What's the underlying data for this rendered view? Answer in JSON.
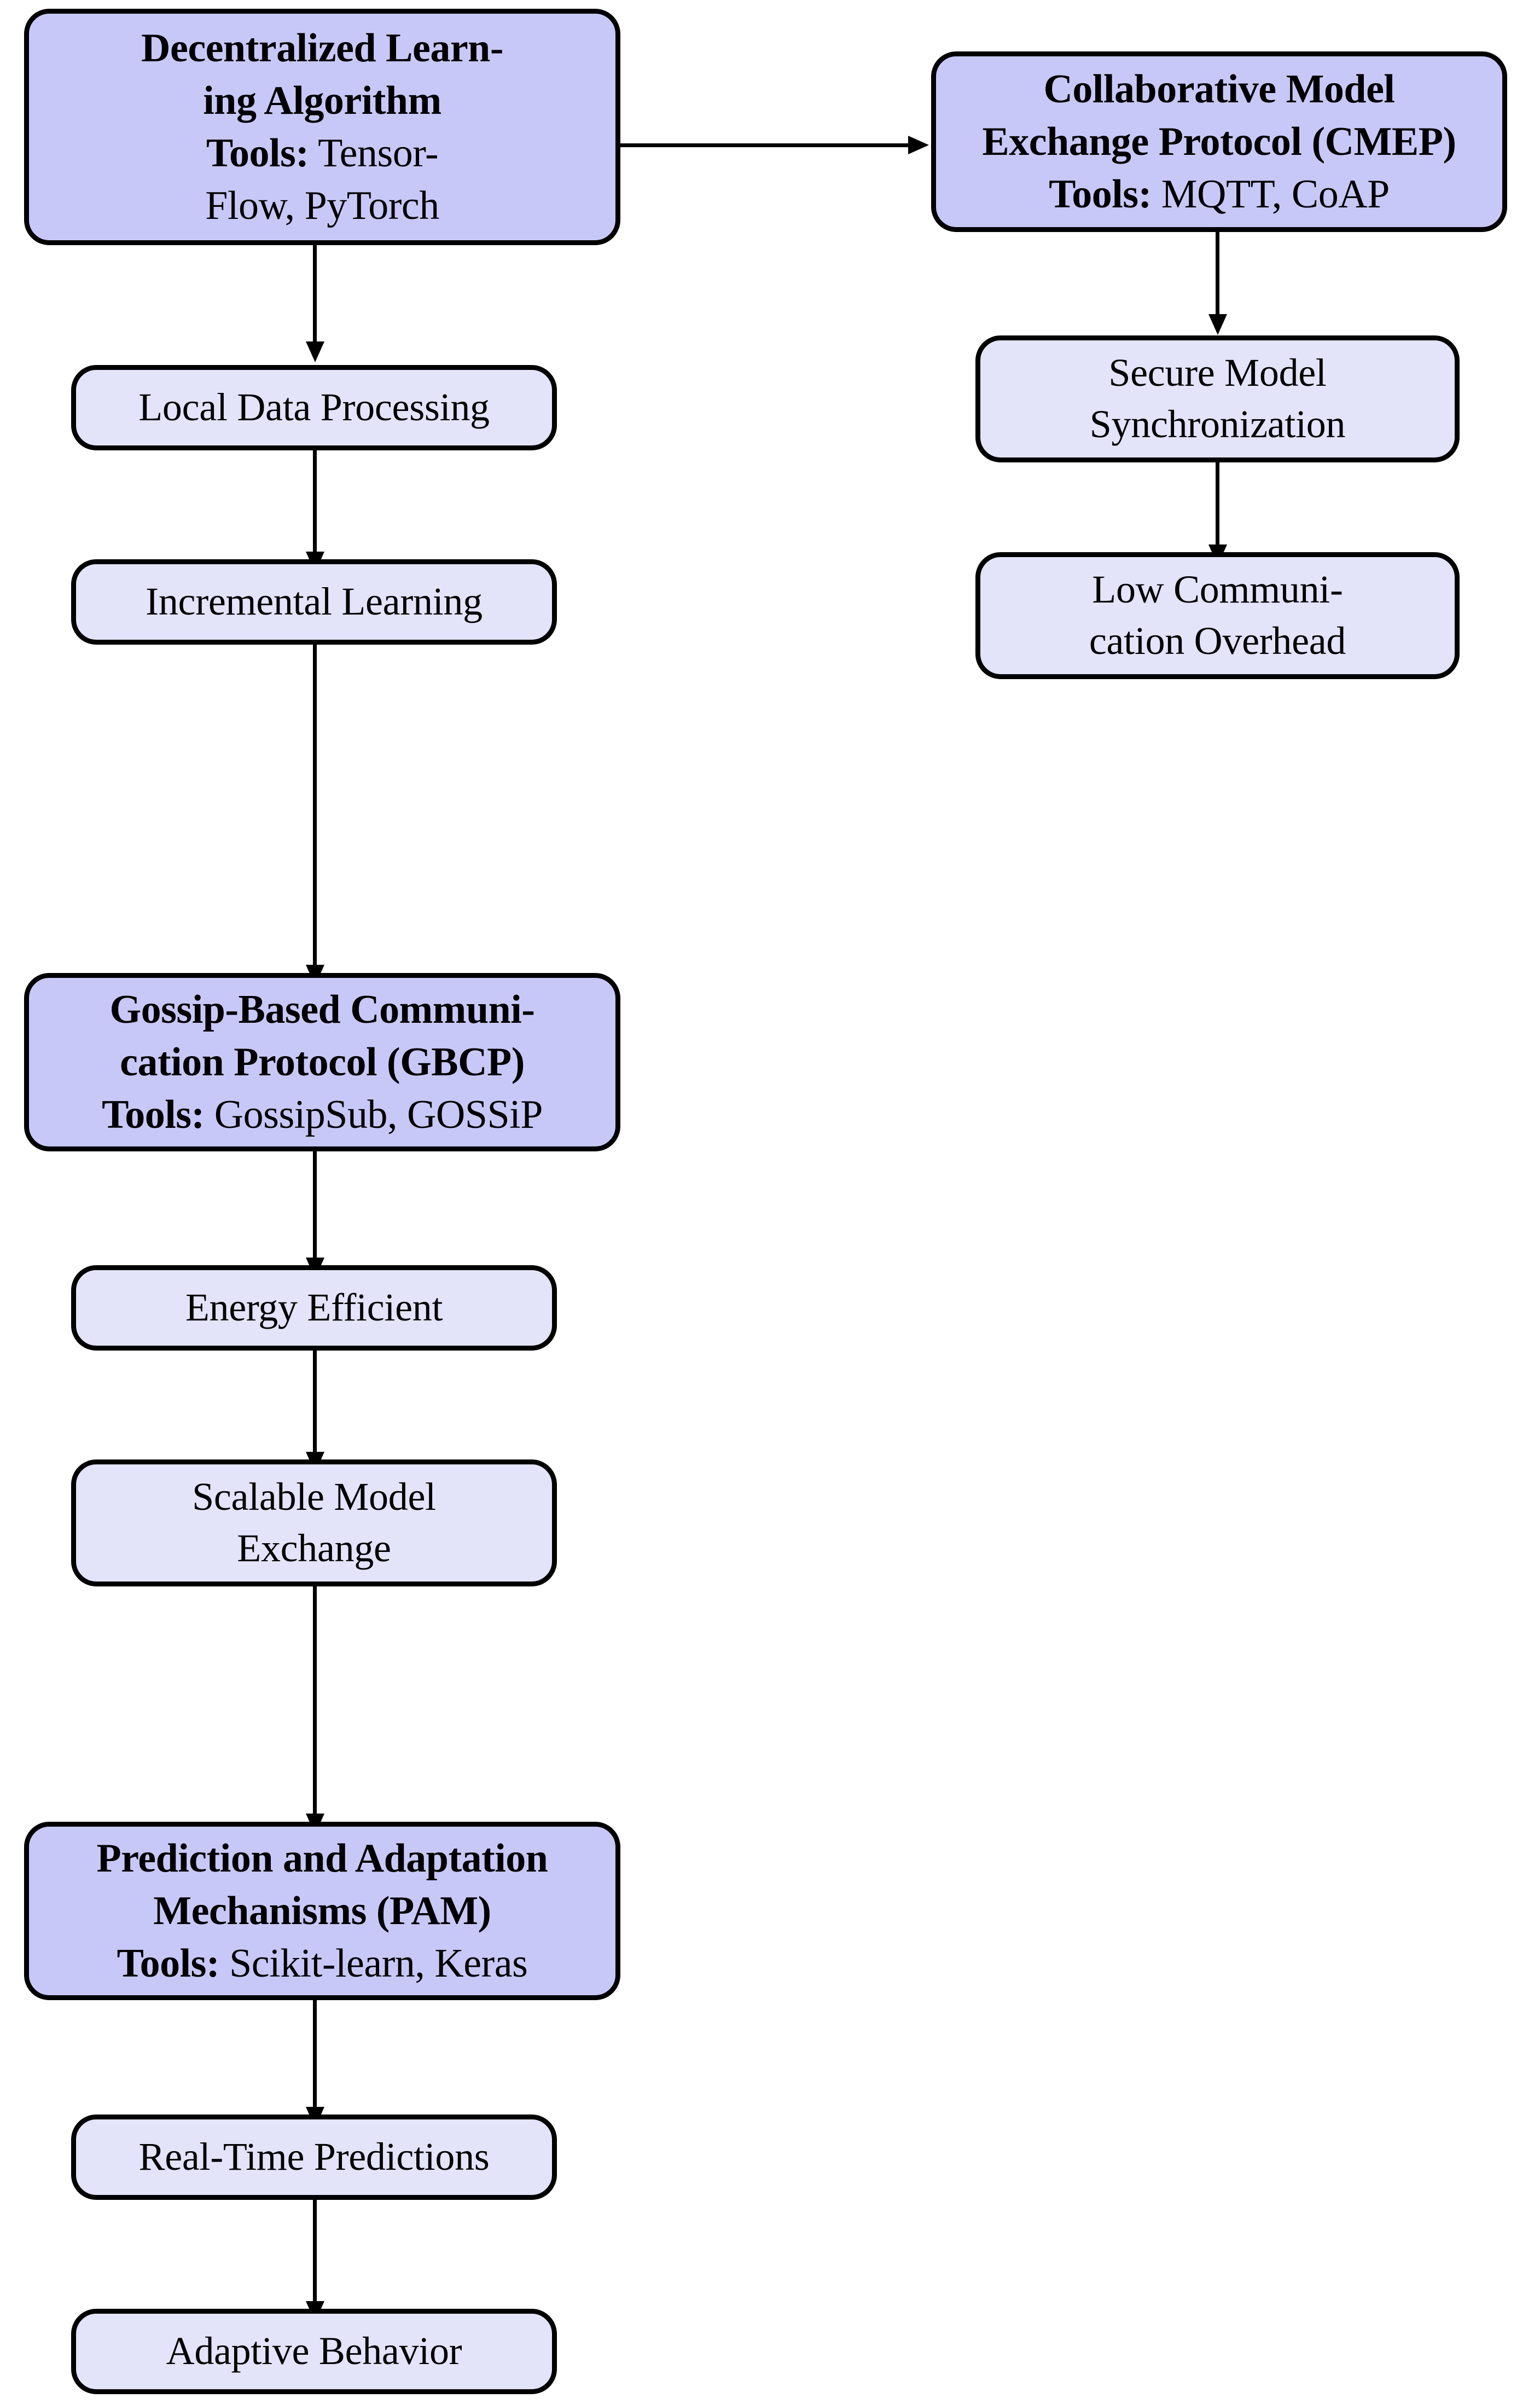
{
  "diagram": {
    "type": "flowchart",
    "background": "#ffffff",
    "colors": {
      "primary_node_fill": "#c8c8f8",
      "secondary_node_fill": "#e3e3fa",
      "node_border": "#000000",
      "edge": "#000000",
      "text": "#000000"
    },
    "nodes": [
      {
        "id": "dla",
        "kind": "primary",
        "title": "Decentralized Learn-\ning Algorithm",
        "tools_label": "Tools:",
        "tools_value": " Tensor-\nFlow, PyTorch"
      },
      {
        "id": "local-data-processing",
        "kind": "secondary",
        "label": "Local Data Processing"
      },
      {
        "id": "incremental-learning",
        "kind": "secondary",
        "label": "Incremental Learning"
      },
      {
        "id": "cmep",
        "kind": "primary",
        "title": "Collaborative Model\nExchange Protocol (CMEP)",
        "tools_label": "Tools:",
        "tools_value": " MQTT, CoAP"
      },
      {
        "id": "secure-model-synchronization",
        "kind": "secondary",
        "label": "Secure Model\nSynchronization"
      },
      {
        "id": "low-communication-overhead",
        "kind": "secondary",
        "label": "Low Communi-\ncation Overhead"
      },
      {
        "id": "gbcp",
        "kind": "primary",
        "title": "Gossip-Based Communi-\ncation Protocol (GBCP)",
        "tools_label": "Tools:",
        "tools_value": " GossipSub, GOSSiP"
      },
      {
        "id": "energy-efficient",
        "kind": "secondary",
        "label": "Energy Efficient"
      },
      {
        "id": "scalable-model-exchange",
        "kind": "secondary",
        "label": "Scalable Model\nExchange"
      },
      {
        "id": "pam",
        "kind": "primary",
        "title": "Prediction and Adaptation\nMechanisms (PAM)",
        "tools_label": "Tools:",
        "tools_value": " Scikit-learn, Keras"
      },
      {
        "id": "real-time-predictions",
        "kind": "secondary",
        "label": "Real-Time Predictions"
      },
      {
        "id": "adaptive-behavior",
        "kind": "secondary",
        "label": "Adaptive Behavior"
      }
    ],
    "edges": [
      {
        "from": "dla",
        "to": "cmep",
        "direction": "right"
      },
      {
        "from": "dla",
        "to": "local-data-processing",
        "direction": "down"
      },
      {
        "from": "local-data-processing",
        "to": "incremental-learning",
        "direction": "down"
      },
      {
        "from": "incremental-learning",
        "to": "gbcp",
        "direction": "down"
      },
      {
        "from": "cmep",
        "to": "secure-model-synchronization",
        "direction": "down"
      },
      {
        "from": "secure-model-synchronization",
        "to": "low-communication-overhead",
        "direction": "down"
      },
      {
        "from": "gbcp",
        "to": "energy-efficient",
        "direction": "down"
      },
      {
        "from": "energy-efficient",
        "to": "scalable-model-exchange",
        "direction": "down"
      },
      {
        "from": "scalable-model-exchange",
        "to": "pam",
        "direction": "down"
      },
      {
        "from": "pam",
        "to": "real-time-predictions",
        "direction": "down"
      },
      {
        "from": "real-time-predictions",
        "to": "adaptive-behavior",
        "direction": "down"
      }
    ]
  }
}
